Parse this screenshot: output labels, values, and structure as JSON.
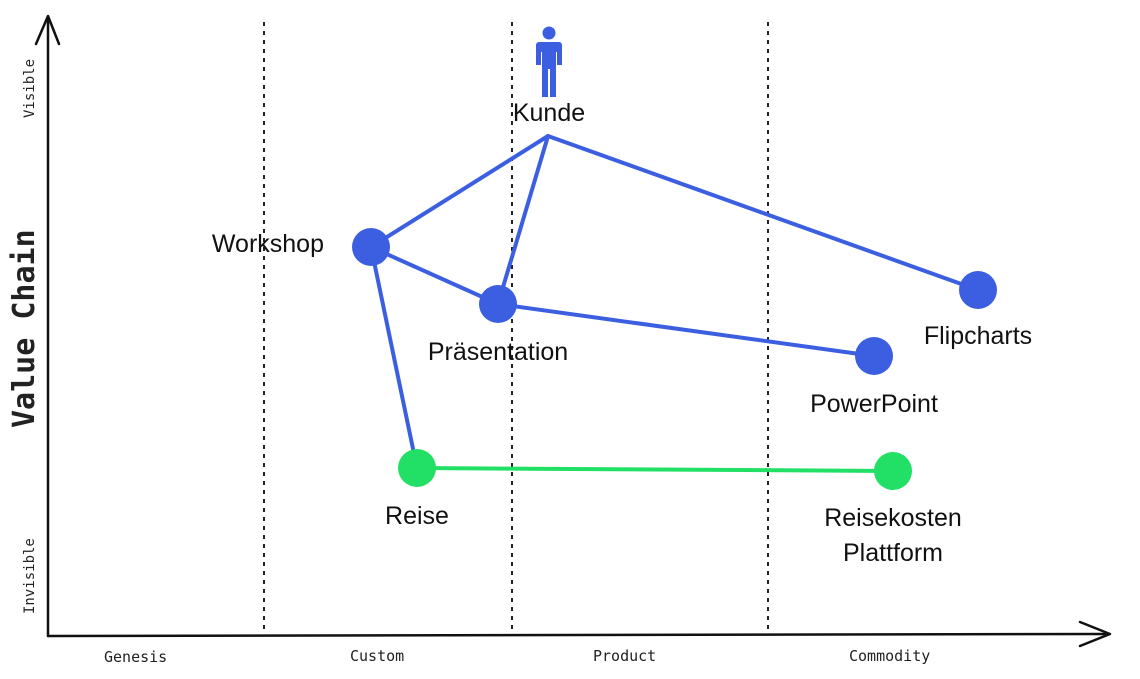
{
  "map": {
    "y_axis": {
      "title": "Value Chain",
      "top_label": "Visible",
      "bottom_label": "Invisible"
    },
    "x_axis": {
      "stages": [
        "Genesis",
        "Custom",
        "Product",
        "Commodity"
      ]
    },
    "colors": {
      "primary": "#3b5fe0",
      "secondary": "#21e065",
      "axis": "#111111",
      "divider": "#222222"
    },
    "user": {
      "label": "Kunde",
      "icon": "person-icon"
    },
    "components": [
      {
        "id": "workshop",
        "label": "Workshop",
        "kind": "primary"
      },
      {
        "id": "praesentation",
        "label": "Präsentation",
        "kind": "primary"
      },
      {
        "id": "flipcharts",
        "label": "Flipcharts",
        "kind": "primary"
      },
      {
        "id": "powerpoint",
        "label": "PowerPoint",
        "kind": "primary"
      },
      {
        "id": "reise",
        "label": "Reise",
        "kind": "secondary"
      },
      {
        "id": "reisekosten",
        "label": [
          "Reisekosten",
          "Plattform"
        ],
        "kind": "secondary"
      }
    ],
    "links": [
      {
        "from": "kunde",
        "to": "workshop",
        "kind": "primary"
      },
      {
        "from": "kunde",
        "to": "praesentation",
        "kind": "primary"
      },
      {
        "from": "kunde",
        "to": "flipcharts",
        "kind": "primary"
      },
      {
        "from": "workshop",
        "to": "praesentation",
        "kind": "primary"
      },
      {
        "from": "praesentation",
        "to": "powerpoint",
        "kind": "primary"
      },
      {
        "from": "workshop",
        "to": "reise",
        "kind": "primary"
      },
      {
        "from": "reise",
        "to": "reisekosten",
        "kind": "secondary"
      }
    ]
  }
}
